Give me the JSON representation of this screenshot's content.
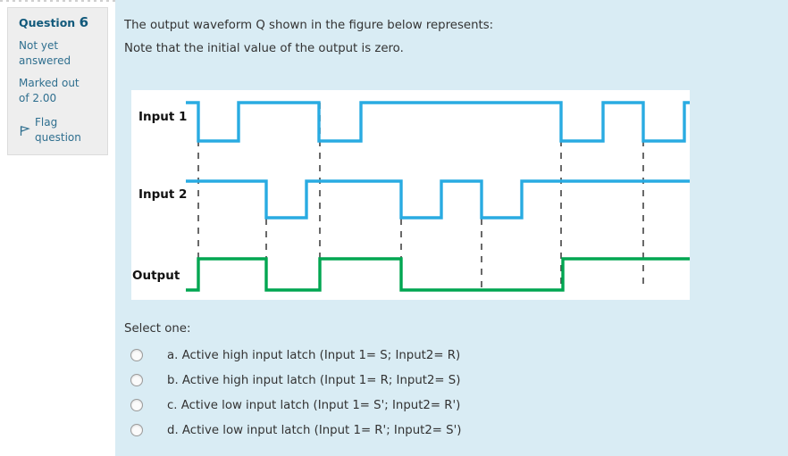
{
  "question": {
    "title_prefix": "Question",
    "number": "6",
    "state": "Not yet answered",
    "marked_out_of": "Marked out of 2.00",
    "marked_label": "Marked out of",
    "marks_value": "2.00",
    "flag_label": "Flag question",
    "flag_icon": "flag-icon"
  },
  "stem": {
    "line1": "The output waveform Q shown in the figure below represents:",
    "line2": "Note that the initial value of the output is zero."
  },
  "figure": {
    "row_labels": [
      "Input 1",
      "Input 2",
      "Output"
    ],
    "input_color": "#29ABE2",
    "output_color": "#00A651",
    "dashed_color": "#444444",
    "background": "#ffffff",
    "chart_data": {
      "type": "line",
      "title": "Digital timing diagram: Input 1, Input 2, Output",
      "xlabel": "",
      "ylabel": "",
      "x_range": [
        208,
        772
      ],
      "grid": false,
      "legend_position": "left-labels",
      "signals": [
        {
          "name": "Input 1",
          "color": "#29ABE2",
          "initial_level": 1,
          "transitions_x": [
            222,
            267,
            357,
            404,
            628,
            675,
            720,
            766
          ],
          "levels": [
            1,
            0,
            1,
            0,
            1,
            0,
            1,
            0,
            1
          ]
        },
        {
          "name": "Input 2",
          "color": "#29ABE2",
          "initial_level": 1,
          "transitions_x": [
            298,
            343,
            449,
            494,
            539,
            584
          ],
          "levels": [
            1,
            0,
            1,
            0,
            1,
            0,
            1
          ]
        },
        {
          "name": "Output",
          "color": "#00A651",
          "initial_level": 0,
          "transitions_x": [
            222,
            298,
            358,
            449,
            630
          ],
          "levels": [
            0,
            1,
            0,
            1,
            0,
            1
          ]
        }
      ],
      "dashed_markers_x": [
        222,
        298,
        358,
        449,
        539,
        628,
        720
      ]
    }
  },
  "answers": {
    "prompt": "Select one:",
    "options": [
      {
        "id": "a",
        "label": "a. Active high input latch (Input 1= S; Input2= R)"
      },
      {
        "id": "b",
        "label": "b. Active high input latch (Input 1= R; Input2= S)"
      },
      {
        "id": "c",
        "label": "c. Active low input latch (Input 1= S'; Input2= R')"
      },
      {
        "id": "d",
        "label": "d. Active low input latch (Input 1= R'; Input2= S')"
      }
    ]
  }
}
